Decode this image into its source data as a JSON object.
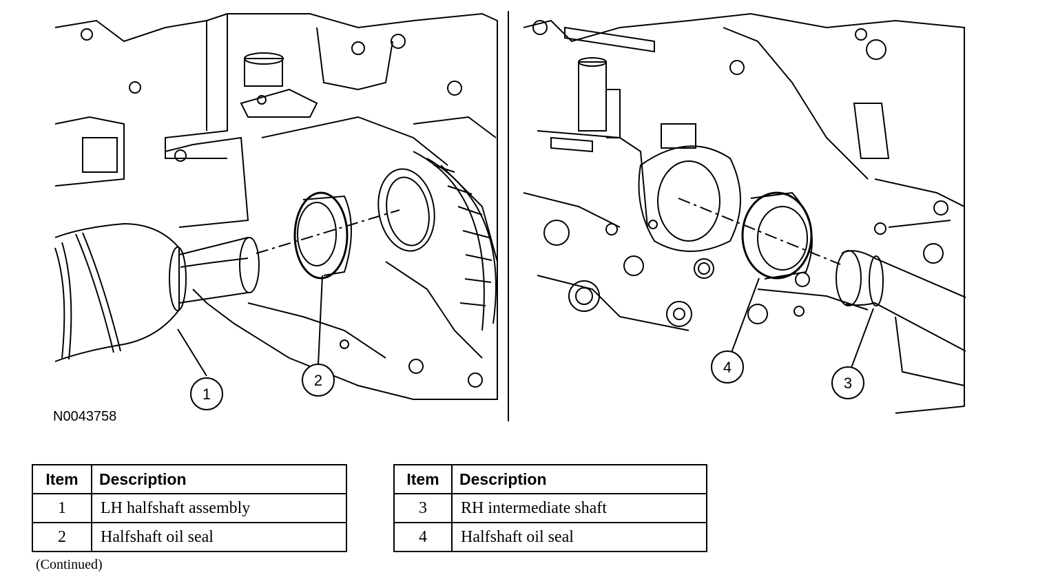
{
  "figure": {
    "id": "N0043758",
    "callouts": [
      "1",
      "2",
      "3",
      "4"
    ]
  },
  "tables": [
    {
      "headers": {
        "item": "Item",
        "description": "Description"
      },
      "rows": [
        {
          "item": "1",
          "description": "LH halfshaft assembly"
        },
        {
          "item": "2",
          "description": "Halfshaft oil seal"
        }
      ]
    },
    {
      "headers": {
        "item": "Item",
        "description": "Description"
      },
      "rows": [
        {
          "item": "3",
          "description": "RH intermediate shaft"
        },
        {
          "item": "4",
          "description": "Halfshaft oil seal"
        }
      ]
    }
  ],
  "footer": {
    "continued": "(Continued)"
  }
}
